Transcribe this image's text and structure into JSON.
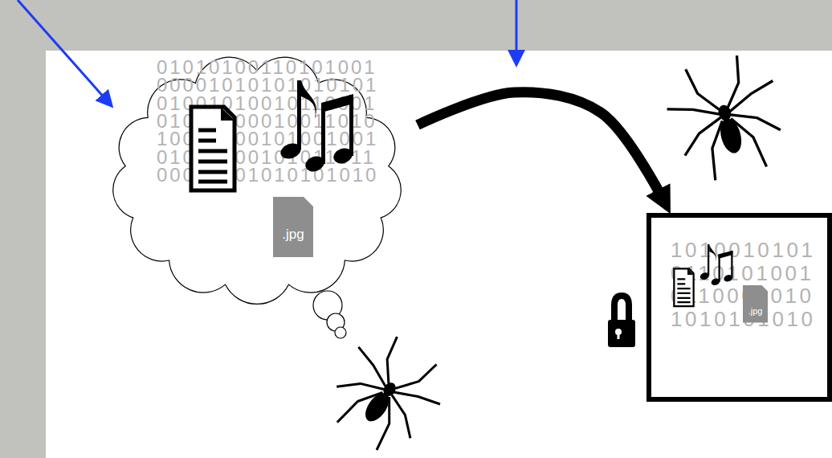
{
  "diagram": {
    "nodes": [
      {
        "text": [
          "01010100110101001",
          "00001010101010101",
          "01001010010110001",
          "01010100010011010",
          "10010000101001001",
          "01010100101011011",
          "00010101010101010",
          ".jpg"
        ]
      },
      {
        "text": [
          "1010010101",
          "0110101001",
          "0110001010",
          "1010101010",
          ".jpg"
        ]
      }
    ],
    "edges": [
      {
        "from": 0,
        "to": 1,
        "arrow": "to"
      }
    ]
  }
}
